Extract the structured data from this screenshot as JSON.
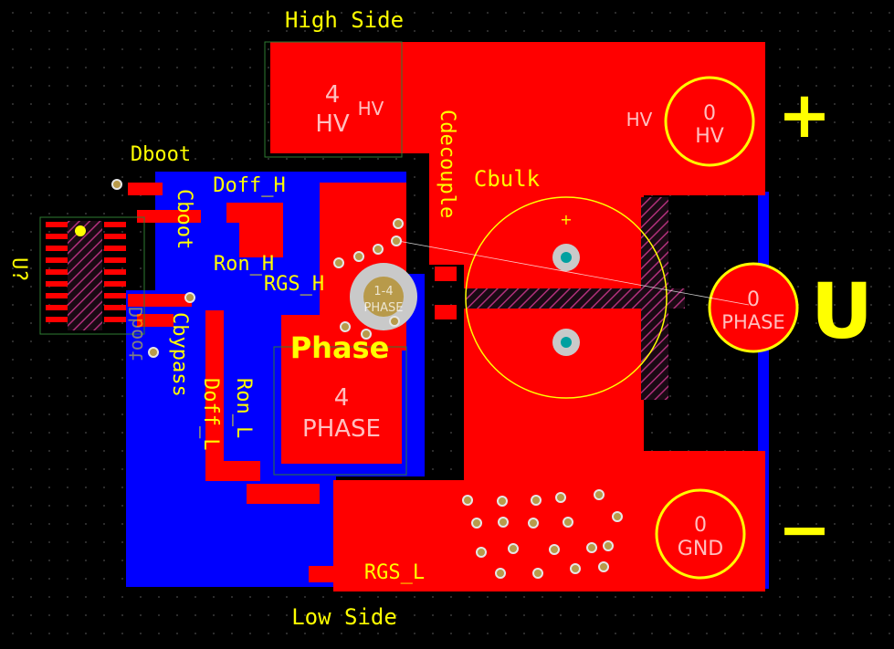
{
  "colors": {
    "background": "#000000",
    "top_copper": "#ff0000",
    "bottom_copper": "#0000ff",
    "silkscreen": "#ffff00",
    "keepout_hatch": "#b0307a",
    "pad_finish": "#b89a4a"
  },
  "labels": {
    "high_side": "High Side",
    "low_side": "Low Side",
    "phase": "Phase",
    "cbulk": "Cbulk",
    "cdecouple": "Cdecouple",
    "dboot": "Dboot",
    "doff_h": "Doff_H",
    "ron_h": "Ron_H",
    "rgs_h": "RGS_H",
    "cboot": "Cboot",
    "cbypass": "Cbypass",
    "ron_l": "Ron_L",
    "doff_l": "Doff_L",
    "rgs_l": "RGS_L",
    "u7": "U?",
    "dboot_bottom": "Dboot"
  },
  "terminals": {
    "plus": "+",
    "minus": "−",
    "u": "U"
  },
  "pads": {
    "hv_terminal": {
      "num": "0",
      "net": "HV"
    },
    "phase_terminal": {
      "num": "0",
      "net": "PHASE"
    },
    "gnd_terminal": {
      "num": "0",
      "net": "GND"
    },
    "hs_fet_tab": {
      "num": "4",
      "net": "HV"
    },
    "ls_fet_tab": {
      "num": "4",
      "net": "PHASE"
    },
    "center_via": {
      "num": "1-4",
      "net": "PHASE"
    },
    "hs_net_label": "HV",
    "hv_right_label": "HV",
    "cbulk_plus": "+"
  }
}
